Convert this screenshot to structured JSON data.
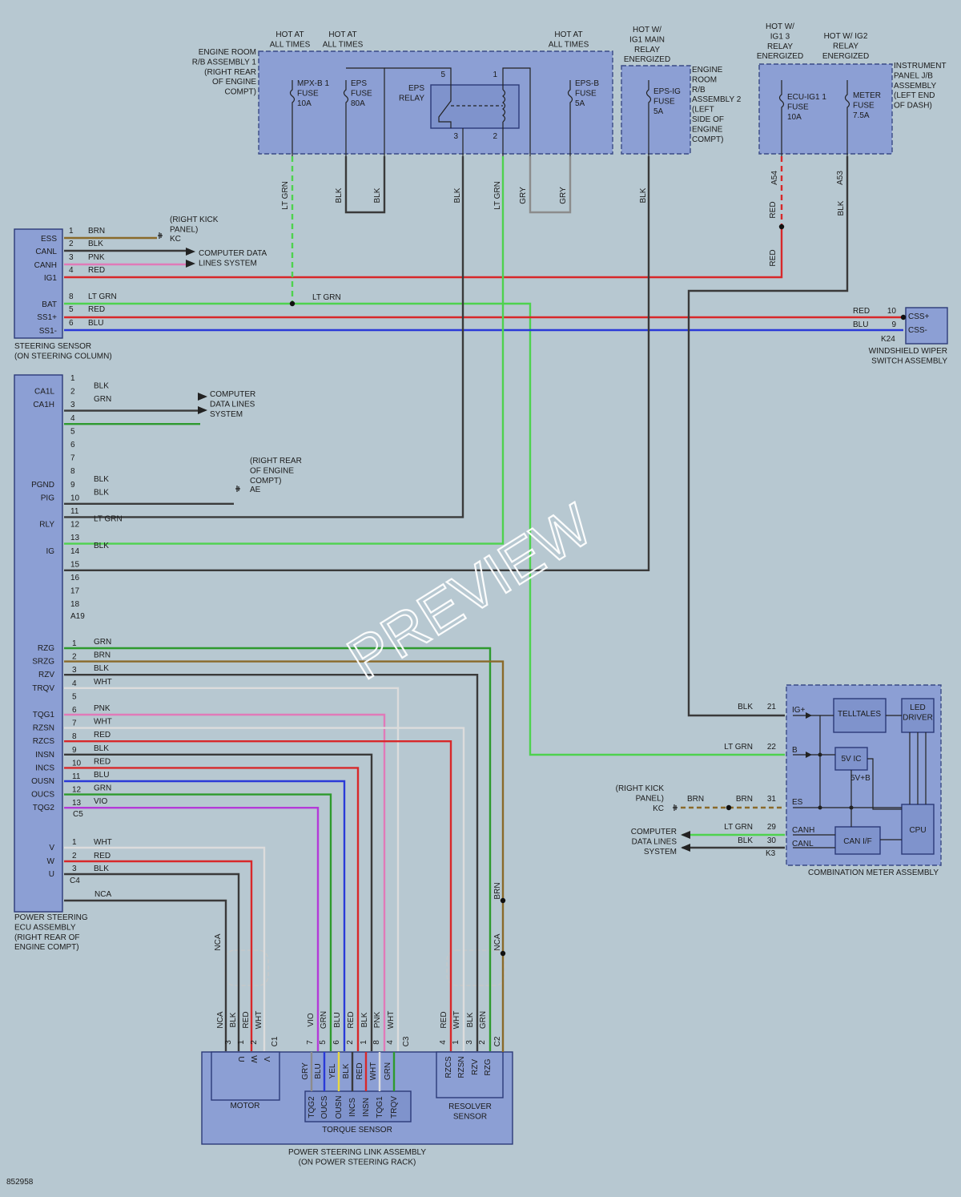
{
  "diagram": {
    "watermark": "PREVIEW",
    "figure_id": "852958",
    "colors": {
      "BRN": "#8a6a2a",
      "BLK": "#3a3a3a",
      "PNK": "#e07ab8",
      "RED": "#d8282a",
      "LT_GRN": "#4ed24e",
      "GRN": "#2e9a2e",
      "BLU": "#2a3ad8",
      "GRY": "#8c8c8c",
      "WHT": "#dcdcdc",
      "VIO": "#b43ad8",
      "YEL": "#e8d840",
      "BOX_FILL": "#8c9fd4"
    },
    "top": {
      "hot1": "HOT AT\nALL TIMES",
      "hot2": "HOT AT\nALL TIMES",
      "hot3": "HOT AT\nALL TIMES",
      "hot_ig1": "HOT W/\nIG1 MAIN\nRELAY\nENERGIZED",
      "hot_ig13": "HOT W/\nIG1 3\nRELAY\nENERGIZED",
      "hot_ig2": "HOT W/ IG2\nRELAY\nENERGIZED",
      "rb1": "ENGINE ROOM\nR/B ASSEMBLY 1\n(RIGHT REAR\nOF ENGINE\nCOMPT)",
      "rb2": "ENGINE\nROOM\nR/B\nASSEMBLY 2\n(LEFT\nSIDE OF\nENGINE\nCOMPT)",
      "ipjb": "INSTRUMENT\nPANEL J/B\nASSEMBLY\n(LEFT END\nOF DASH)",
      "fuse_mpxb": "MPX-B 1\nFUSE\n10A",
      "fuse_eps": "EPS\nFUSE\n80A",
      "eps_relay": "EPS\nRELAY",
      "fuse_epsb": "EPS-B\nFUSE\n5A",
      "fuse_epsig": "EPS-IG\nFUSE\n5A",
      "fuse_ecuig": "ECU-IG1 1\nFUSE\n10A",
      "fuse_meter": "METER\nFUSE\n7.5A",
      "relay_pins": [
        "5",
        "1",
        "3",
        "2"
      ],
      "conn_a54": "A54",
      "conn_a53": "A53",
      "wires": [
        "LT GRN",
        "BLK",
        "BLK",
        "BLK",
        "LT GRN",
        "GRY",
        "GRY",
        "BLK",
        "RED",
        "RED",
        "BLK"
      ]
    },
    "steering_sensor": {
      "label": "STEERING SENSOR\n(ON STEERING COLUMN)",
      "terminals": [
        {
          "name": "ESS",
          "pin": "1",
          "wire": "BRN"
        },
        {
          "name": "CANL",
          "pin": "2",
          "wire": "BLK"
        },
        {
          "name": "CANH",
          "pin": "3",
          "wire": "PNK"
        },
        {
          "name": "IG1",
          "pin": "4",
          "wire": "RED"
        },
        {
          "name": "BAT",
          "pin": "8",
          "wire": "LT GRN"
        },
        {
          "name": "SS1+",
          "pin": "5",
          "wire": "RED"
        },
        {
          "name": "SS1-",
          "pin": "6",
          "wire": "BLU"
        }
      ],
      "ground_note": "(RIGHT KICK\nPANEL)",
      "ground": "KC",
      "dest": "COMPUTER DATA\nLINES SYSTEM",
      "lt_grn_mid": "LT GRN"
    },
    "wiper": {
      "label": "WINDSHIELD WIPER\nSWITCH ASSEMBLY",
      "t1": "CSS+",
      "t2": "CSS-",
      "p1": "10",
      "p2": "9",
      "w1": "RED",
      "w2": "BLU",
      "conn": "K24"
    },
    "ecu": {
      "label": "POWER STEERING\nECU ASSEMBLY\n(RIGHT REAR OF\nENGINE COMPT)",
      "a19_rows": [
        {
          "pin": "1",
          "name": "",
          "wire": ""
        },
        {
          "pin": "2",
          "name": "CA1L",
          "wire": "BLK"
        },
        {
          "pin": "3",
          "name": "CA1H",
          "wire": "GRN"
        },
        {
          "pin": "4",
          "name": "",
          "wire": ""
        },
        {
          "pin": "5",
          "name": "",
          "wire": ""
        },
        {
          "pin": "6",
          "name": "",
          "wire": ""
        },
        {
          "pin": "7",
          "name": "",
          "wire": ""
        },
        {
          "pin": "8",
          "name": "",
          "wire": ""
        },
        {
          "pin": "9",
          "name": "PGND",
          "wire": "BLK"
        },
        {
          "pin": "10",
          "name": "PIG",
          "wire": "BLK"
        },
        {
          "pin": "11",
          "name": "",
          "wire": ""
        },
        {
          "pin": "12",
          "name": "RLY",
          "wire": "LT GRN"
        },
        {
          "pin": "13",
          "name": "",
          "wire": ""
        },
        {
          "pin": "14",
          "name": "IG",
          "wire": "BLK"
        },
        {
          "pin": "15",
          "name": "",
          "wire": ""
        },
        {
          "pin": "16",
          "name": "",
          "wire": ""
        },
        {
          "pin": "17",
          "name": "",
          "wire": ""
        },
        {
          "pin": "18",
          "name": "",
          "wire": ""
        }
      ],
      "a19": "A19",
      "comp_data": "COMPUTER\nDATA LINES\nSYSTEM",
      "ae_note": "(RIGHT REAR\nOF ENGINE\nCOMPT)",
      "ae": "AE",
      "c5_rows": [
        {
          "pin": "1",
          "name": "RZG",
          "wire": "GRN"
        },
        {
          "pin": "2",
          "name": "SRZG",
          "wire": "BRN"
        },
        {
          "pin": "3",
          "name": "RZV",
          "wire": "BLK"
        },
        {
          "pin": "4",
          "name": "TRQV",
          "wire": "WHT"
        },
        {
          "pin": "5",
          "name": "",
          "wire": ""
        },
        {
          "pin": "6",
          "name": "TQG1",
          "wire": "PNK"
        },
        {
          "pin": "7",
          "name": "RZSN",
          "wire": "WHT"
        },
        {
          "pin": "8",
          "name": "RZCS",
          "wire": "RED"
        },
        {
          "pin": "9",
          "name": "INSN",
          "wire": "BLK"
        },
        {
          "pin": "10",
          "name": "INCS",
          "wire": "RED"
        },
        {
          "pin": "11",
          "name": "OUSN",
          "wire": "BLU"
        },
        {
          "pin": "12",
          "name": "OUCS",
          "wire": "GRN"
        },
        {
          "pin": "13",
          "name": "TQG2",
          "wire": "VIO"
        }
      ],
      "c5": "C5",
      "c4_rows": [
        {
          "pin": "1",
          "name": "V",
          "wire": "WHT"
        },
        {
          "pin": "2",
          "name": "W",
          "wire": "RED"
        },
        {
          "pin": "3",
          "name": "U",
          "wire": "BLK"
        }
      ],
      "c4": "C4",
      "nca": "NCA"
    },
    "meter": {
      "label": "COMBINATION METER ASSEMBLY",
      "telltales": "TELLTALES",
      "led_driver": "LED\nDRIVER",
      "ic5v": "5V IC",
      "v5b": "5V+B",
      "canif": "CAN I/F",
      "cpu": "CPU",
      "terms": [
        {
          "name": "IG+",
          "pin": "21",
          "wire": "BLK"
        },
        {
          "name": "B",
          "pin": "22",
          "wire": "LT GRN"
        },
        {
          "name": "ES",
          "pin": "31",
          "wire": "BRN"
        },
        {
          "name": "CANH",
          "pin": "29",
          "wire": "LT GRN"
        },
        {
          "name": "CANL",
          "pin": "30",
          "wire": "BLK"
        }
      ],
      "conn": "K3",
      "kc_note": "(RIGHT KICK\nPANEL)",
      "kc": "KC",
      "kc_wire": "BRN",
      "comp_data": "COMPUTER\nDATA LINES\nSYSTEM"
    },
    "bottom": {
      "assembly": "POWER STEERING LINK ASSEMBLY\n(ON POWER STEERING RACK)",
      "motor": "MOTOR",
      "torque": "TORQUE SENSOR",
      "resolver": "RESOLVER\nSENSOR",
      "motor_wires": [
        "NCA",
        "BLK",
        "RED",
        "WHT"
      ],
      "motor_pins": [
        "3",
        "1",
        "2"
      ],
      "motor_terms": [
        "U",
        "W",
        "V"
      ],
      "c1": "C1",
      "torque_wires": [
        "VIO",
        "GRN",
        "BLU",
        "RED",
        "BLK",
        "PNK",
        "WHT"
      ],
      "torque_pins": [
        "7",
        "5",
        "6",
        "2",
        "1",
        "8",
        "4"
      ],
      "c3": "C3",
      "torque_inner_wires": [
        "GRY",
        "BLU",
        "YEL",
        "BLK",
        "RED",
        "WHT",
        "GRN"
      ],
      "torque_terms": [
        "TQG2",
        "OUCS",
        "OUSN",
        "INCS",
        "INSN",
        "TQG1",
        "TRQV"
      ],
      "resolver_wires": [
        "RED",
        "WHT",
        "BLK",
        "GRN"
      ],
      "resolver_pins": [
        "4",
        "1",
        "3",
        "2"
      ],
      "resolver_terms": [
        "RZCS",
        "RZSN",
        "RZV",
        "RZG"
      ],
      "c2": "C2",
      "nca": "NCA",
      "nca2": "NCA",
      "brn": "BRN"
    }
  }
}
